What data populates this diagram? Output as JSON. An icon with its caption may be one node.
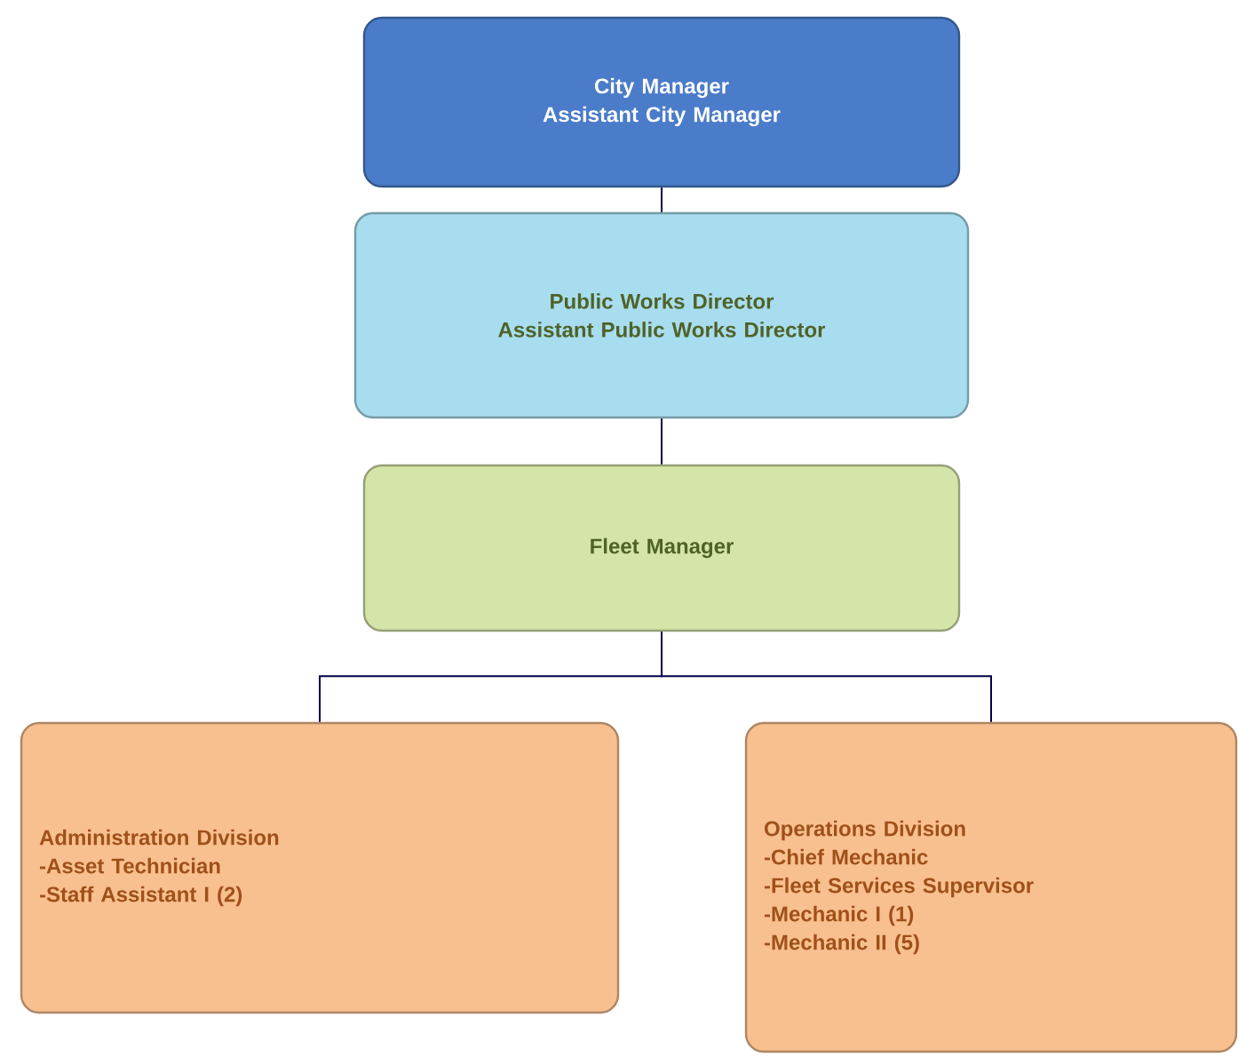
{
  "diagram": {
    "nodes": [
      {
        "text": [
          "City Manager",
          "Assistant City Manager"
        ]
      },
      {
        "text": [
          "Public Works Director",
          "Assistant Public Works Director"
        ]
      },
      {
        "text": [
          "Fleet Manager"
        ]
      },
      {
        "text": [
          "Administration Division",
          "-Asset Technician",
          "-Staff Assistant I (2)"
        ]
      },
      {
        "text": [
          "Operations Division",
          "-Chief Mechanic",
          "-Fleet Services Supervisor",
          "-Mechanic I (1)",
          "-Mechanic II (5)"
        ]
      }
    ],
    "edges": [
      {
        "from": 0,
        "to": 1,
        "arrow": "none"
      },
      {
        "from": 1,
        "to": 2,
        "arrow": "none"
      },
      {
        "from": 2,
        "to": 3,
        "arrow": "none"
      },
      {
        "from": 2,
        "to": 4,
        "arrow": "none"
      }
    ]
  }
}
